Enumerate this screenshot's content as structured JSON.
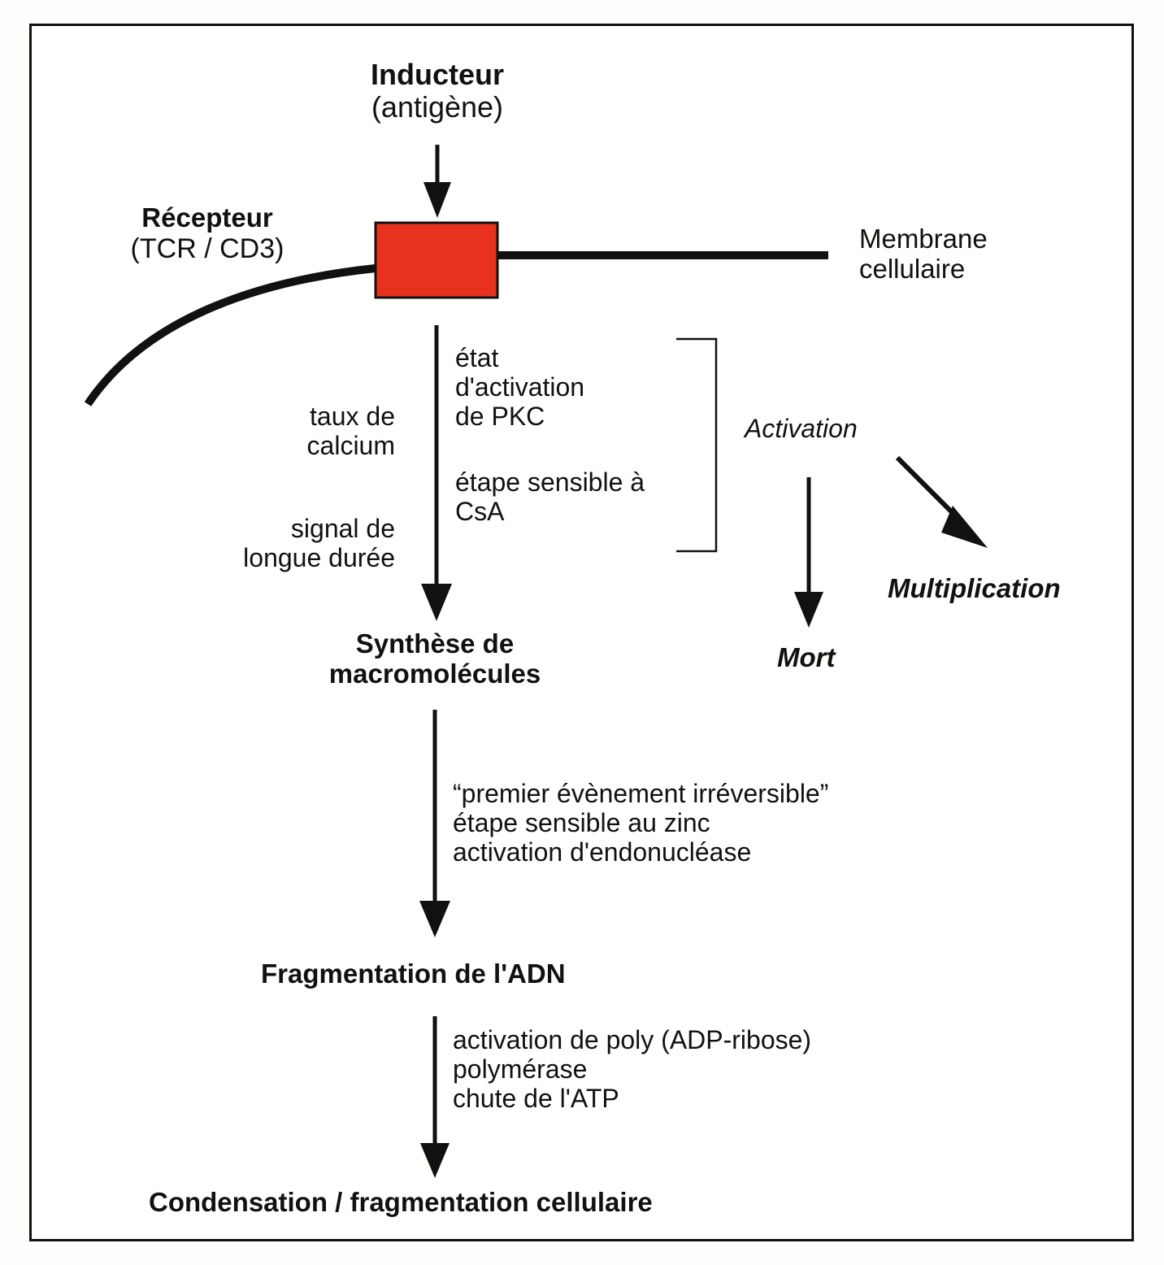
{
  "diagram": {
    "inducer": {
      "title": "Inducteur",
      "subtitle": "(antigène)"
    },
    "receptor": {
      "title": "Récepteur",
      "subtitle": "(TCR / CD3)",
      "box_color": "#e8321e"
    },
    "membrane": {
      "line1": "Membrane",
      "line2": "cellulaire"
    },
    "left_notes": {
      "calcium": [
        "taux de",
        "calcium"
      ],
      "signal": [
        "signal de",
        "longue durée"
      ]
    },
    "right_notes": {
      "pkc": [
        "état",
        "d'activation",
        "de PKC"
      ],
      "csa": [
        "étape sensible à",
        "CsA"
      ]
    },
    "branch": {
      "activation": "Activation",
      "mort": "Mort",
      "multiplication": "Multiplication"
    },
    "synthesis": [
      "Synthèse de",
      "macromolécules"
    ],
    "step2_notes": [
      "“premier évènement irréversible”",
      "étape sensible au zinc",
      "activation d'endonucléase"
    ],
    "dna_fragmentation": "Fragmentation de l'ADN",
    "step3_notes": [
      "activation de poly (ADP-ribose)",
      "polymérase",
      "chute de l'ATP"
    ],
    "final": "Condensation / fragmentation cellulaire",
    "colors": {
      "ink": "#111111",
      "receptor_red": "#e8321e",
      "paper": "#fffffd"
    }
  }
}
